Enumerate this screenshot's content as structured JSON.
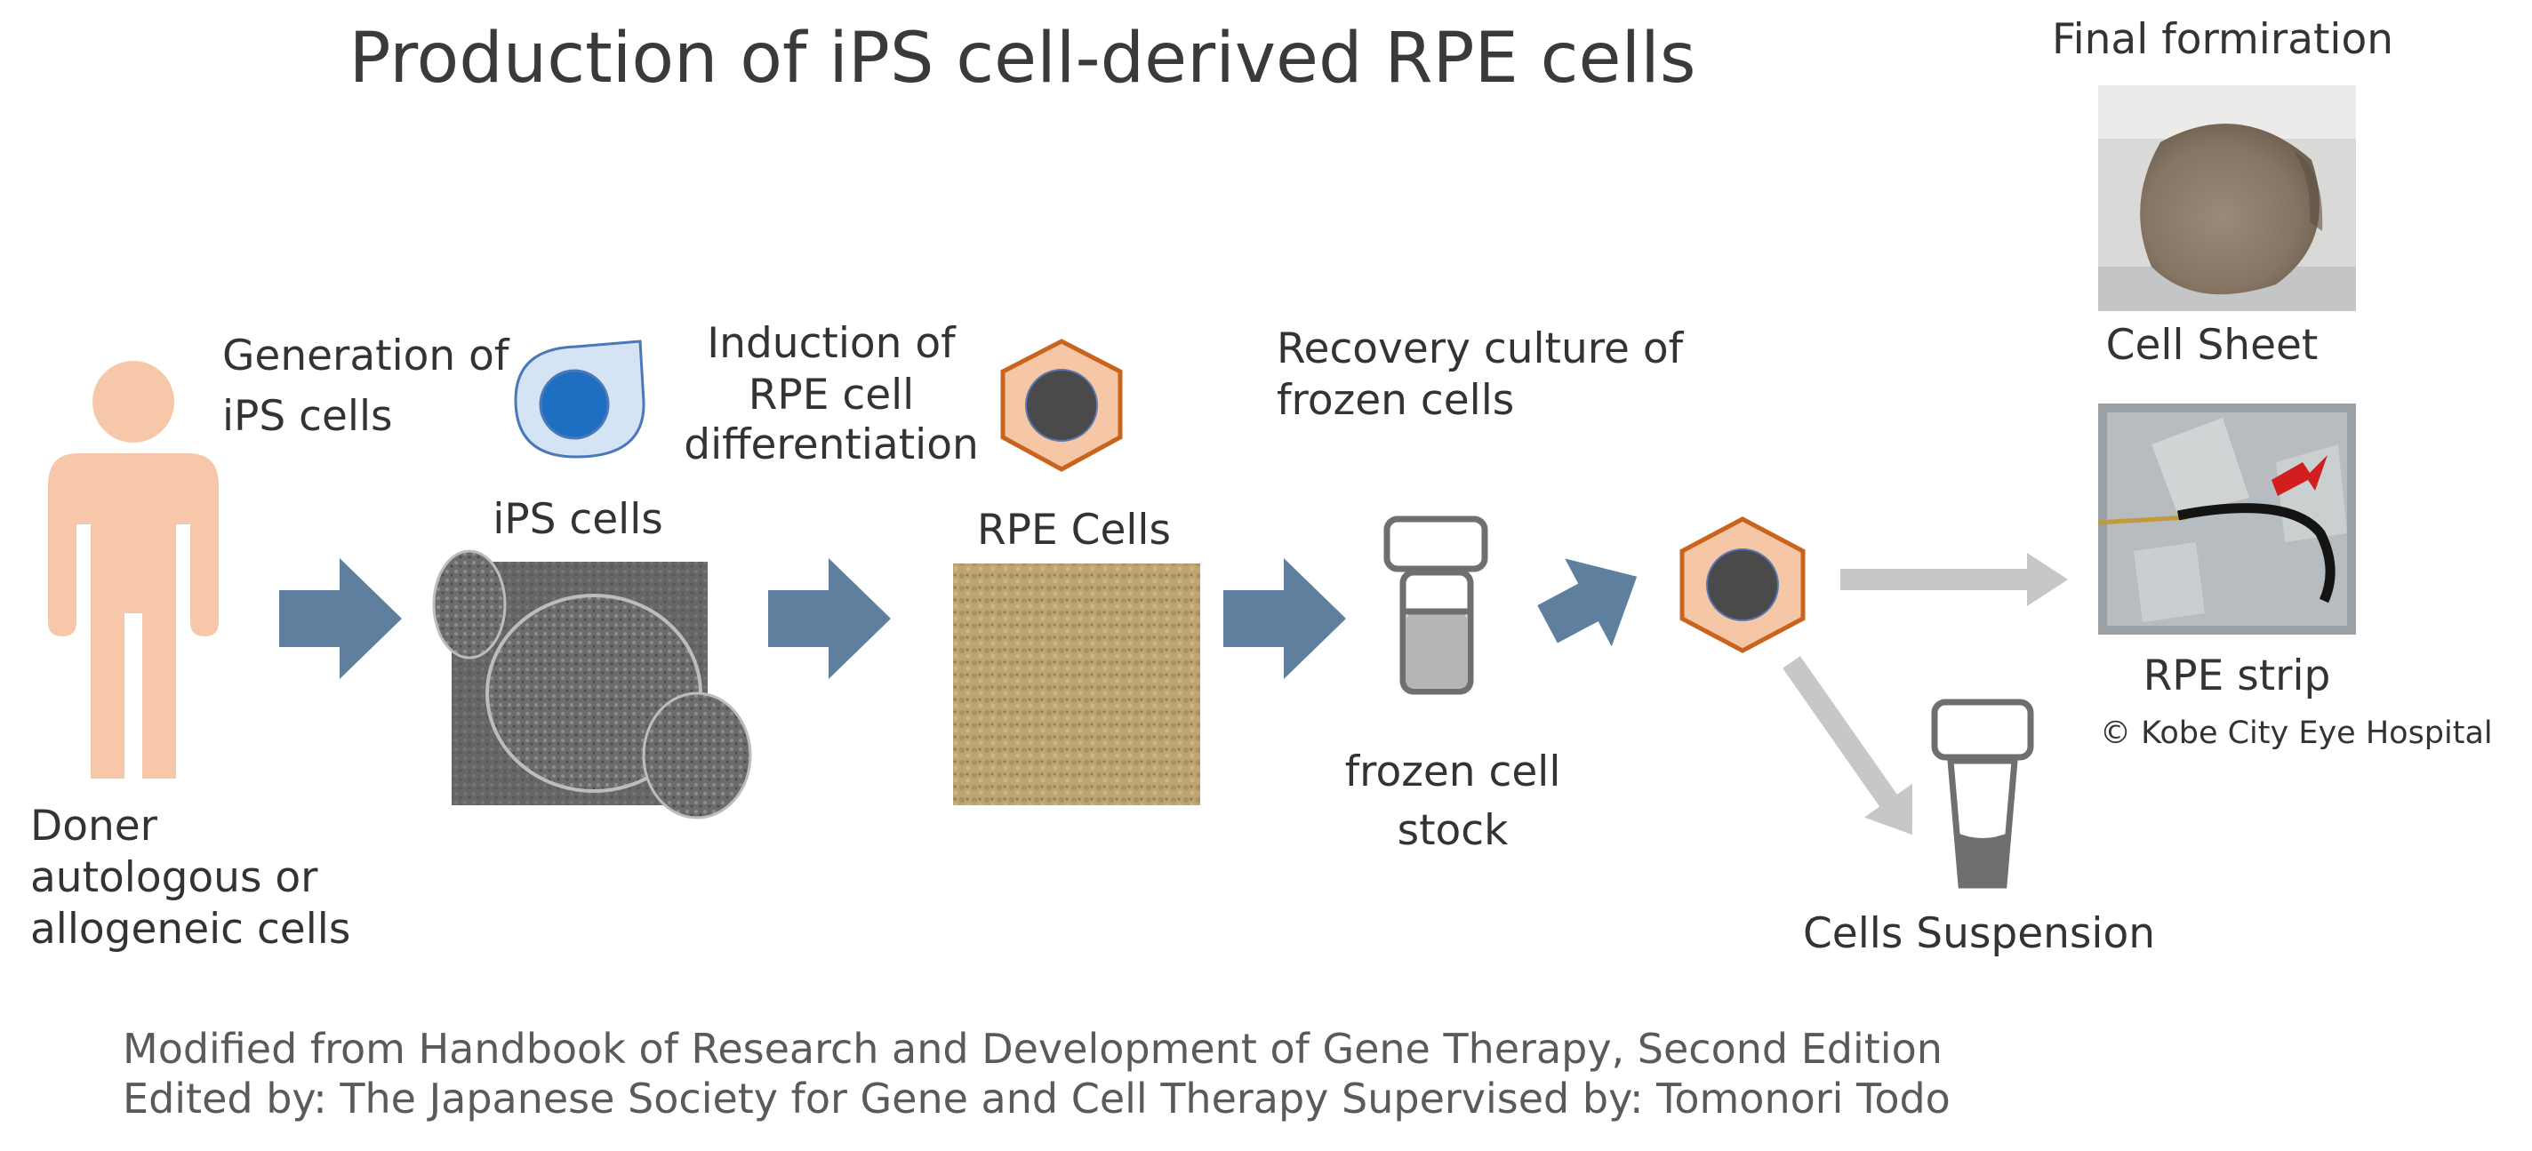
{
  "title": "Production of iPS cell-derived RPE cells",
  "steps": {
    "donor": {
      "lines": [
        "Doner",
        "autologous or",
        "allogeneic cells"
      ]
    },
    "generation": {
      "lines": [
        "Generation of",
        "iPS cells"
      ]
    },
    "ips_cells": {
      "label": "iPS cells"
    },
    "induction": {
      "lines": [
        "Induction of",
        "RPE cell",
        "differentiation"
      ]
    },
    "rpe_cells": {
      "label": "RPE Cells"
    },
    "recovery": {
      "lines": [
        "Recovery culture of",
        "frozen cells"
      ]
    },
    "frozen_stock": {
      "lines": [
        "frozen cell",
        "stock"
      ]
    },
    "suspension": {
      "label": "Cells Suspension"
    }
  },
  "final": {
    "heading": "Final formiration",
    "cell_sheet": "Cell Sheet",
    "rpe_strip": "RPE strip",
    "copyright": "© Kobe City Eye Hospital"
  },
  "credit": {
    "line1": "Modified from Handbook of Research and Development of Gene Therapy, Second Edition",
    "line2": "Edited by: The Japanese Society for Gene and Cell Therapy  Supervised by: Tomonori Todo"
  },
  "colors": {
    "flow_arrow": "#5f7f9e",
    "output_arrow": "#c7c7c7",
    "skin": "#f6c8a9",
    "ips_cell_fill": "#d4e4f4",
    "ips_cell_outline": "#4a78b8",
    "ips_nucleus": "#1e6fc2",
    "rpe_fill": "#f6c7a7",
    "rpe_outline": "#c9641e",
    "rpe_nucleus": "#4a4a4a",
    "vial": "#6f6f6f"
  },
  "icons": {
    "donor": "person-icon",
    "ips": "ips-cell-icon",
    "rpe": "rpe-cell-hexagon-icon",
    "vial": "vial-icon",
    "tube": "tube-icon"
  }
}
